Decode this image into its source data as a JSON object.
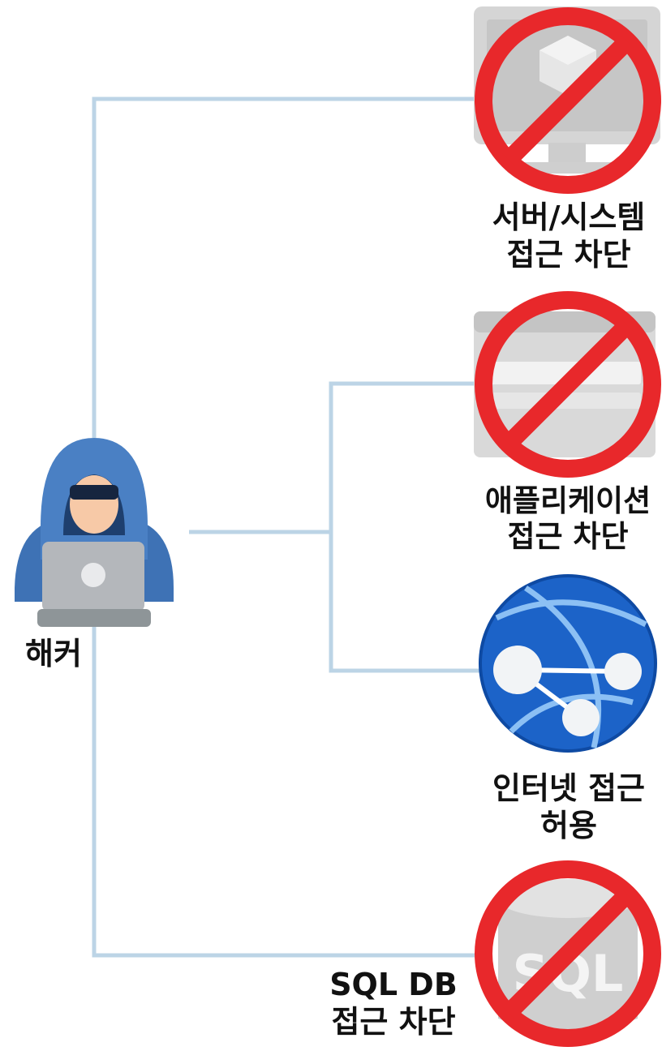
{
  "hacker": {
    "label": "해커",
    "icon": "hacker-icon"
  },
  "targets": [
    {
      "id": "server",
      "icon": "server-icon",
      "status": "blocked",
      "line1": "서버/시스템",
      "line2": "접근 차단"
    },
    {
      "id": "application",
      "icon": "application-icon",
      "status": "blocked",
      "line1": "애플리케이션",
      "line2": "접근 차단"
    },
    {
      "id": "internet",
      "icon": "globe-network-icon",
      "status": "allowed",
      "line1": "인터넷 접근",
      "line2": "허용"
    },
    {
      "id": "sqldb",
      "icon": "sql-database-icon",
      "status": "blocked",
      "line1": "SQL DB",
      "line2": "접근 차단",
      "icon_text": "SQL"
    }
  ],
  "colors": {
    "connector": "#bcd4e6",
    "block": "#e8282b",
    "hood": "#3e72b5",
    "globe": "#1c63c8",
    "icon_gray": "#cfcfcf"
  }
}
